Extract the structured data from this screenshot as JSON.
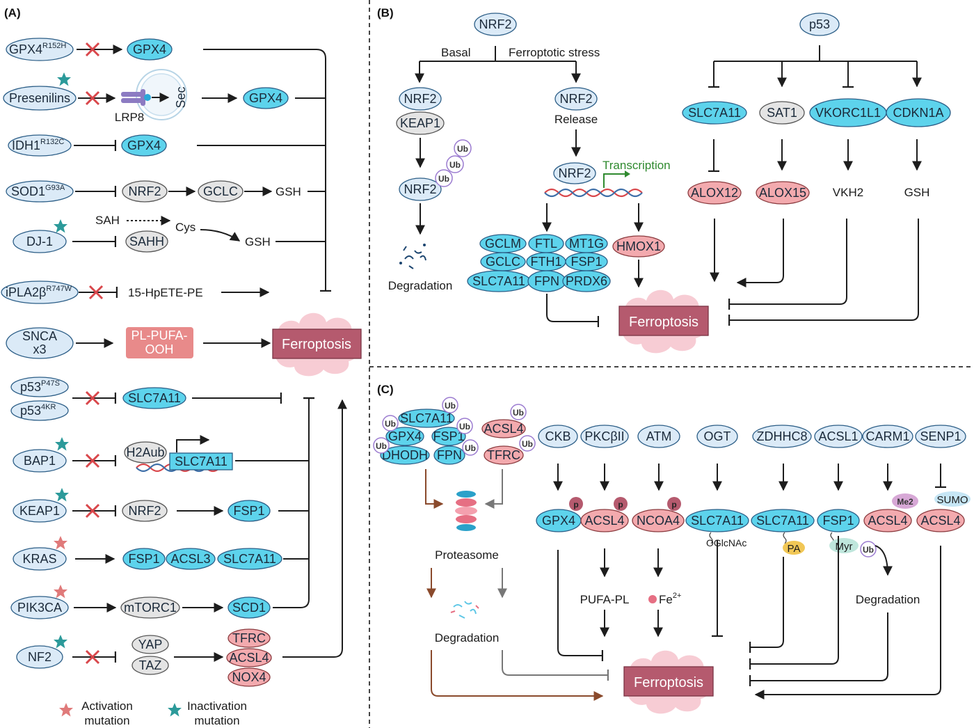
{
  "panels": {
    "a": "(A)",
    "b": "(B)",
    "c": "(C)"
  },
  "colors": {
    "cyan": "#5dd3ec",
    "pale_blue": "#dbeaf7",
    "grey": "#e4e4e4",
    "pink": "#f3aaae",
    "ferroptosis": "#b55a6e",
    "blob": "#f6c7cf",
    "teal_star": "#2c9a9a",
    "red_star": "#e07a7a"
  },
  "panel_a": {
    "gpx4_r152h": "GPX4",
    "gpx4_r152h_sup": "R152H",
    "gpx4_1": "GPX4",
    "presenilins": "Presenilins",
    "lrp8": "LRP8",
    "sec": "Sec",
    "gpx4_2": "GPX4",
    "idh1": "IDH1",
    "idh1_sup": "R132C",
    "gpx4_3": "GPX4",
    "sod1": "SOD1",
    "sod1_sup": "G93A",
    "nrf2": "NRF2",
    "gclc": "GCLC",
    "gsh_1": "GSH",
    "sah": "SAH",
    "cys": "Cys",
    "dj1": "DJ-1",
    "sahh": "SAHH",
    "gsh_2": "GSH",
    "ipla2b": "iPLA2β",
    "ipla2b_sup": "R747W",
    "hpete": "15-HpETE-PE",
    "snca_1": "SNCA",
    "snca_2": "x3",
    "plpufa_1": "PL-PUFA-",
    "plpufa_2": "OOH",
    "ferroptosis": "Ferroptosis",
    "p53a": "p53",
    "p53a_sup": "P47S",
    "p53b": "p53",
    "p53b_sup": "4KR",
    "slc7a11_1": "SLC7A11",
    "bap1": "BAP1",
    "h2aub": "H2Aub",
    "slc7a11_2": "SLC7A11",
    "keap1": "KEAP1",
    "nrf2_2": "NRF2",
    "fsp1_1": "FSP1",
    "kras": "KRAS",
    "fsp1_2": "FSP1",
    "acsl3": "ACSL3",
    "slc7a11_3": "SLC7A11",
    "pik3ca": "PIK3CA",
    "mtorc1": "mTORC1",
    "scd1": "SCD1",
    "nf2": "NF2",
    "yap": "YAP",
    "taz": "TAZ",
    "tfrc": "TFRC",
    "acsl4": "ACSL4",
    "nox4": "NOX4",
    "legend_act_1": "Activation",
    "legend_act_2": "mutation",
    "legend_inact_1": "Inactivation",
    "legend_inact_2": "mutation"
  },
  "panel_b": {
    "nrf2_top": "NRF2",
    "basal": "Basal",
    "stress": "Ferroptotic stress",
    "nrf2_l": "NRF2",
    "keap1": "KEAP1",
    "nrf2_ub": "NRF2",
    "ub": "Ub",
    "degradation": "Degradation",
    "nrf2_r": "NRF2",
    "release": "Release",
    "nrf2_dna": "NRF2",
    "transcription": "Transcription",
    "gclm": "GCLM",
    "ftl": "FTL",
    "mt1g": "MT1G",
    "gclc": "GCLC",
    "fth1": "FTH1",
    "fsp1": "FSP1",
    "slc7a11": "SLC7A11",
    "fpn": "FPN",
    "prdx6": "PRDX6",
    "hmox1": "HMOX1",
    "ferroptosis": "Ferroptosis",
    "p53": "p53",
    "slc7a11_p": "SLC7A11",
    "sat1": "SAT1",
    "vkorc1l1": "VKORC1L1",
    "cdkn1a": "CDKN1A",
    "alox12": "ALOX12",
    "alox15": "ALOX15",
    "vkh2": "VKH2",
    "gsh": "GSH"
  },
  "panel_c": {
    "ub": "Ub",
    "slc7a11": "SLC7A11",
    "gpx4": "GPX4",
    "fsp1": "FSP1",
    "dhodh": "DHODH",
    "fpn": "FPN",
    "acsl4": "ACSL4",
    "tfrc": "TFRC",
    "proteasome": "Proteasome",
    "degradation_l": "Degradation",
    "ckb": "CKB",
    "pkcbii": "PKCβII",
    "atm": "ATM",
    "ogt": "OGT",
    "zdhhc8": "ZDHHC8",
    "acsl1": "ACSL1",
    "carm1": "CARM1",
    "senp1": "SENP1",
    "p": "p",
    "me2": "Me2",
    "sumo": "SUMO",
    "t_gpx4": "GPX4",
    "t_acsl4_1": "ACSL4",
    "t_ncoa4": "NCOA4",
    "t_slc7a11_1": "SLC7A11",
    "t_slc7a11_2": "SLC7A11",
    "t_fsp1": "FSP1",
    "t_acsl4_2": "ACSL4",
    "t_acsl4_3": "ACSL4",
    "oglcnac": "OGlcNAc",
    "pa": "PA",
    "myr": "Myr",
    "pufa_pl": "PUFA-PL",
    "fe": "Fe",
    "fe_sup": "2+",
    "degradation_r": "Degradation",
    "ferroptosis": "Ferroptosis"
  }
}
